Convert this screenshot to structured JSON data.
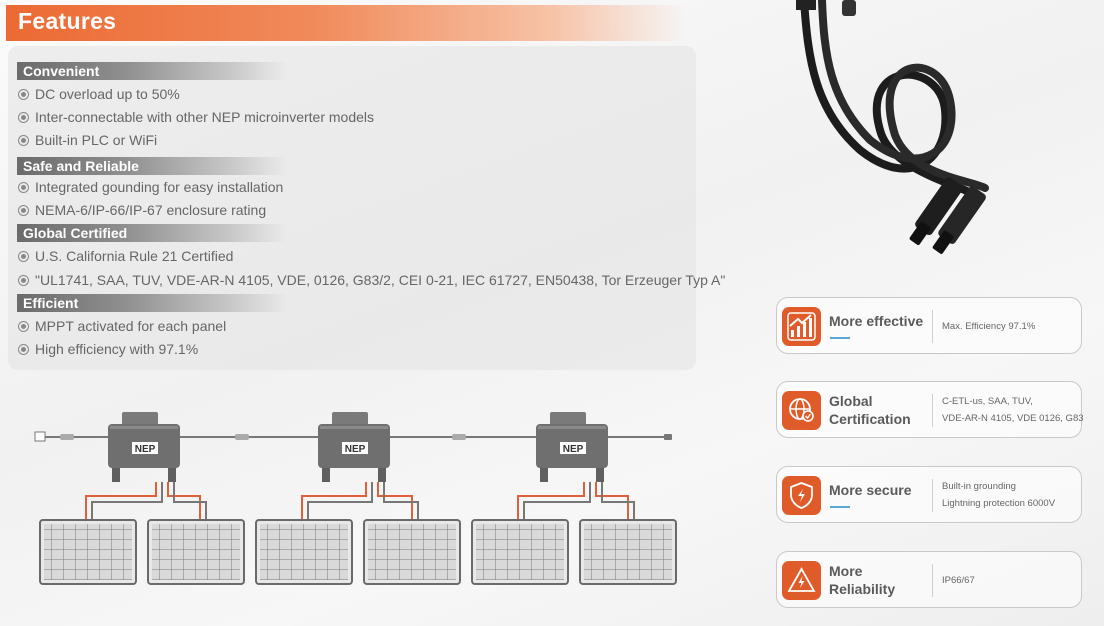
{
  "header": {
    "title": "Features"
  },
  "sections": [
    {
      "heading": "Convenient",
      "items": [
        "DC overload up to 50%",
        "Inter-connectable with other NEP microinverter models",
        "Built-in PLC or WiFi"
      ]
    },
    {
      "heading": "Safe and Reliable",
      "items": [
        "Integrated gounding for easy installation",
        "NEMA-6/IP-66/IP-67 enclosure rating"
      ]
    },
    {
      "heading": "Global Certified",
      "items": [
        "U.S. California Rule 21 Certified",
        "\"UL1741, SAA, TUV, VDE-AR-N 4105, VDE, 0126, G83/2, CEI 0-21, IEC 61727, EN50438, Tor Erzeuger Typ A\""
      ]
    },
    {
      "heading": "Efficient",
      "items": [
        "MPPT activated for each panel",
        "High efficiency with 97.1%"
      ]
    }
  ],
  "diagram": {
    "inverter_logo": "NEP"
  },
  "cards": [
    {
      "title_line1": "More effective",
      "title_line2": "",
      "desc_line1": "Max. Efficiency 97.1%",
      "desc_line2": "",
      "icon": "efficiency-chart-icon"
    },
    {
      "title_line1": "Global",
      "title_line2": "Certification",
      "desc_line1": "C-ETL-us, SAA, TUV,",
      "desc_line2": "VDE-AR-N 4105, VDE 0126, G83",
      "icon": "global-certificate-icon"
    },
    {
      "title_line1": "More secure",
      "title_line2": "",
      "desc_line1": "Built-in grounding",
      "desc_line2": "Lightning protection 6000V",
      "icon": "lightning-shield-icon"
    },
    {
      "title_line1": "More",
      "title_line2": "Reliability",
      "desc_line1": "IP66/67",
      "desc_line2": "",
      "icon": "warning-lightning-icon"
    }
  ],
  "colors": {
    "accent": "#e05b2a",
    "header_gradient_start": "#ec6a34",
    "section_head": "#7a7a7a",
    "underline": "#5aa6d6"
  }
}
